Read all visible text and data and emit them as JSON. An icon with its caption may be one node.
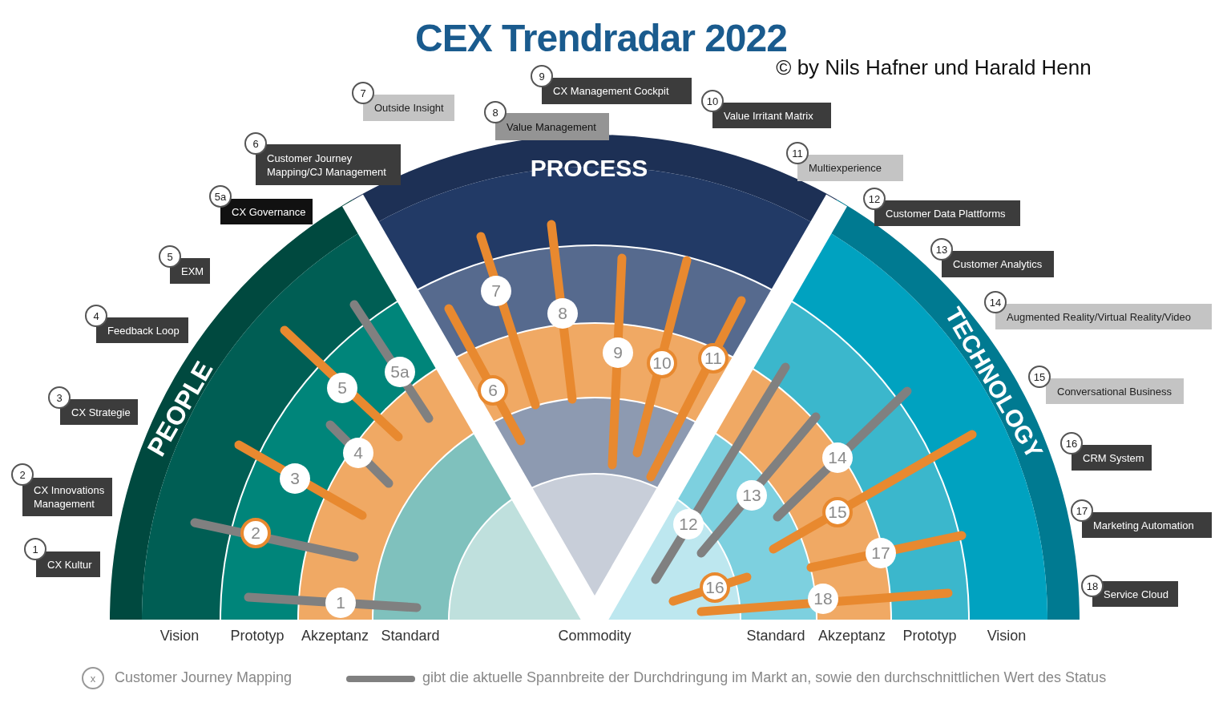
{
  "diagram": {
    "title": "CEX Trendradar 2022",
    "nodes": [
      {
        "text": [
          "1",
          "CX Kultur"
        ]
      },
      {
        "text": [
          "2",
          "CX Innovations Management"
        ]
      },
      {
        "text": [
          "3",
          "CX Strategie"
        ]
      },
      {
        "text": [
          "4",
          "Feedback Loop"
        ]
      },
      {
        "text": [
          "5",
          "EXM"
        ]
      },
      {
        "text": [
          "5a",
          "CX Governance"
        ]
      },
      {
        "text": [
          "6",
          "Customer Journey Mapping/CJ Management"
        ]
      },
      {
        "text": [
          "7",
          "Outside Insight"
        ]
      },
      {
        "text": [
          "8",
          "Value Management"
        ]
      },
      {
        "text": [
          "9",
          "CX Management Cockpit"
        ]
      },
      {
        "text": [
          "10",
          "Value Irritant Matrix"
        ]
      },
      {
        "text": [
          "11",
          "Multiexperience"
        ]
      },
      {
        "text": [
          "12",
          "Customer Data Plattforms"
        ]
      },
      {
        "text": [
          "13",
          "Customer Analytics"
        ]
      },
      {
        "text": [
          "14",
          "Augmented Reality/Virtual Reality/Video"
        ]
      },
      {
        "text": [
          "15",
          "Conversational Business"
        ]
      },
      {
        "text": [
          "16",
          "CRM System"
        ]
      },
      {
        "text": [
          "17",
          "Marketing Automation"
        ]
      },
      {
        "text": [
          "18",
          "Service Cloud"
        ]
      },
      {
        "text": [
          "1"
        ]
      },
      {
        "text": [
          "2"
        ]
      },
      {
        "text": [
          "3"
        ]
      },
      {
        "text": [
          "4"
        ]
      },
      {
        "text": [
          "5"
        ]
      },
      {
        "text": [
          "5a"
        ]
      },
      {
        "text": [
          "6"
        ]
      },
      {
        "text": [
          "7"
        ]
      },
      {
        "text": [
          "8"
        ]
      },
      {
        "text": [
          "9"
        ]
      },
      {
        "text": [
          "10"
        ]
      },
      {
        "text": [
          "11"
        ]
      },
      {
        "text": [
          "12"
        ]
      },
      {
        "text": [
          "13"
        ]
      },
      {
        "text": [
          "14"
        ]
      },
      {
        "text": [
          "15"
        ]
      },
      {
        "text": [
          "16"
        ]
      },
      {
        "text": [
          "17"
        ]
      },
      {
        "text": [
          "18"
        ]
      }
    ],
    "labels": [
      "© by Nils Hafner und Harald Henn",
      "PEOPLE",
      "PROCESS",
      "TECHNOLOGY",
      "Vision",
      "Prototyp",
      "Akzeptanz",
      "Standard",
      "Commodity",
      "Standard",
      "Akzeptanz",
      "Prototyp",
      "Vision",
      "x"
    ],
    "legend": [
      {
        "text": "Customer Journey Mapping"
      },
      {
        "text": "gibt die aktuelle Spannbreite der Durchdringung im Markt an, sowie den durchschnittlichen Wert des Status"
      }
    ]
  }
}
